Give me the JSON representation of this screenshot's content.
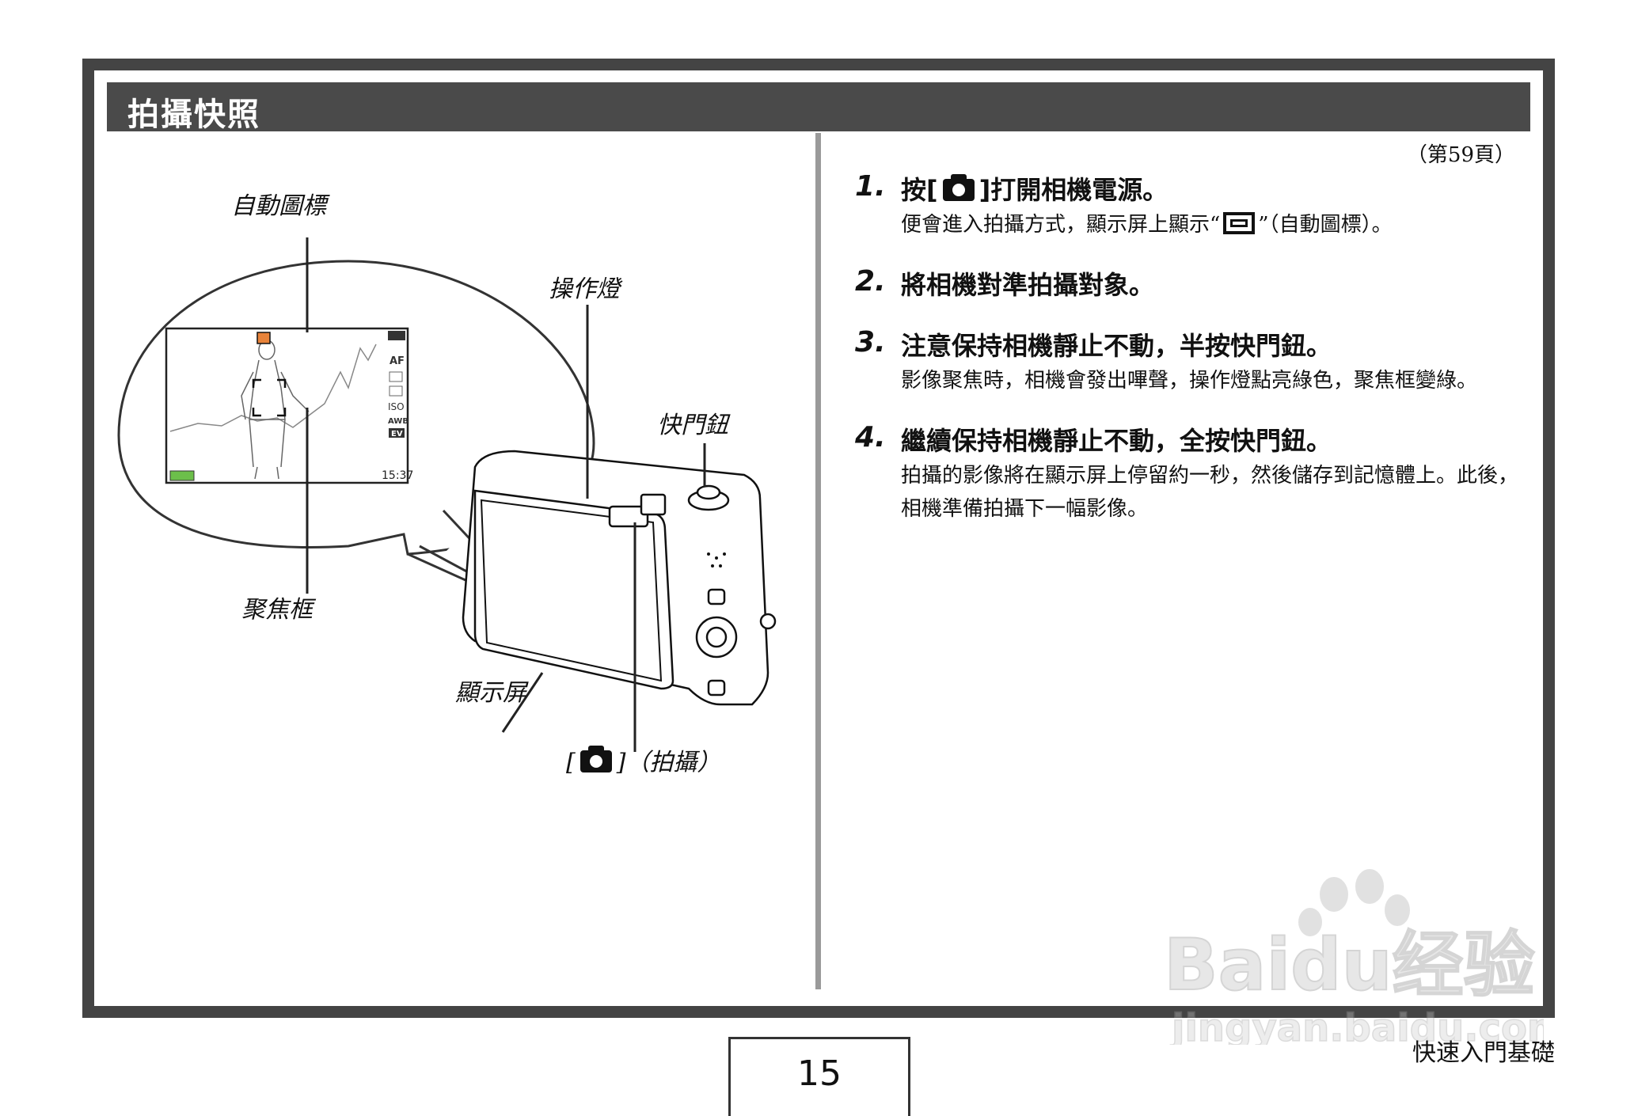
{
  "section_title": "拍攝快照",
  "page_reference": "（第59頁）",
  "steps": [
    {
      "num": "1.",
      "head_before": "按[",
      "head_after": "]打開相機電源。",
      "desc_before": "便會進入拍攝方式，顯示屏上顯示“",
      "desc_after": "”（自動圖標）。"
    },
    {
      "num": "2.",
      "head": "將相機對準拍攝對象。"
    },
    {
      "num": "3.",
      "head": "注意保持相機靜止不動，半按快門鈕。",
      "desc": "影像聚焦時，相機會發出嗶聲，操作燈點亮綠色，聚焦框變綠。"
    },
    {
      "num": "4.",
      "head": "繼續保持相機靜止不動，全按快門鈕。",
      "desc": "拍攝的影像將在顯示屏上停留約一秒，然後儲存到記憶體上。此後，相機準備拍攝下一幅影像。"
    }
  ],
  "diagram_labels": {
    "auto_icon": "自動圖標",
    "operation_lamp": "操作燈",
    "shutter_button": "快門鈕",
    "focus_frame": "聚焦框",
    "monitor": "顯示屏",
    "rec_button_open": "[",
    "rec_button_close": "]（拍攝）"
  },
  "lcd_icons": [
    "ISO",
    "AWB",
    "EV",
    "AF"
  ],
  "lcd_time": "15:37",
  "page_number": "15",
  "footer": "快速入門基礎",
  "watermark": {
    "brand": "Baidu经验",
    "url": "jingyan.baidu.com"
  }
}
